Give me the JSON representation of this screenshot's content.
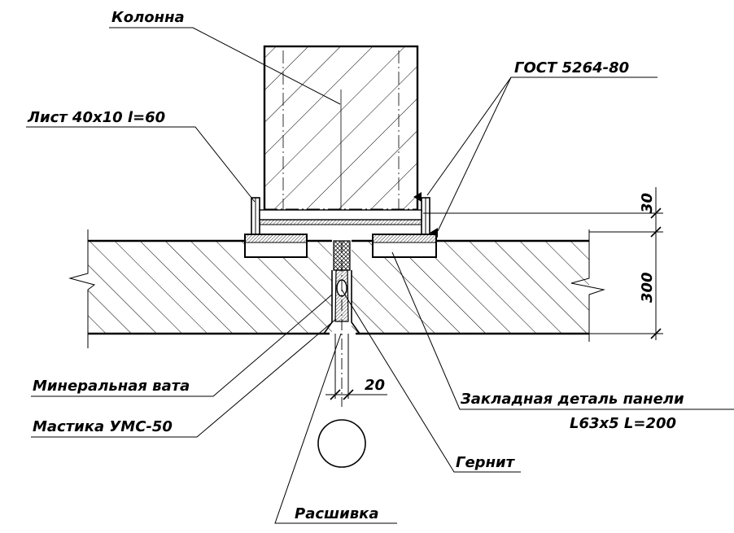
{
  "labels": {
    "column": "Колонна",
    "gost": "ГОСТ 5264-80",
    "sheet": "Лист 40х10 l=60",
    "mineral_wool": "Минеральная вата",
    "mastic": "Мастика УМС-50",
    "embedded_line1": "Закладная деталь панели",
    "embedded_line2": "L63x5 L=200",
    "gernit": "Гернит",
    "rasshivka": "Расшивка"
  },
  "dimensions": {
    "d30": "30",
    "d300": "300",
    "d20": "20"
  }
}
